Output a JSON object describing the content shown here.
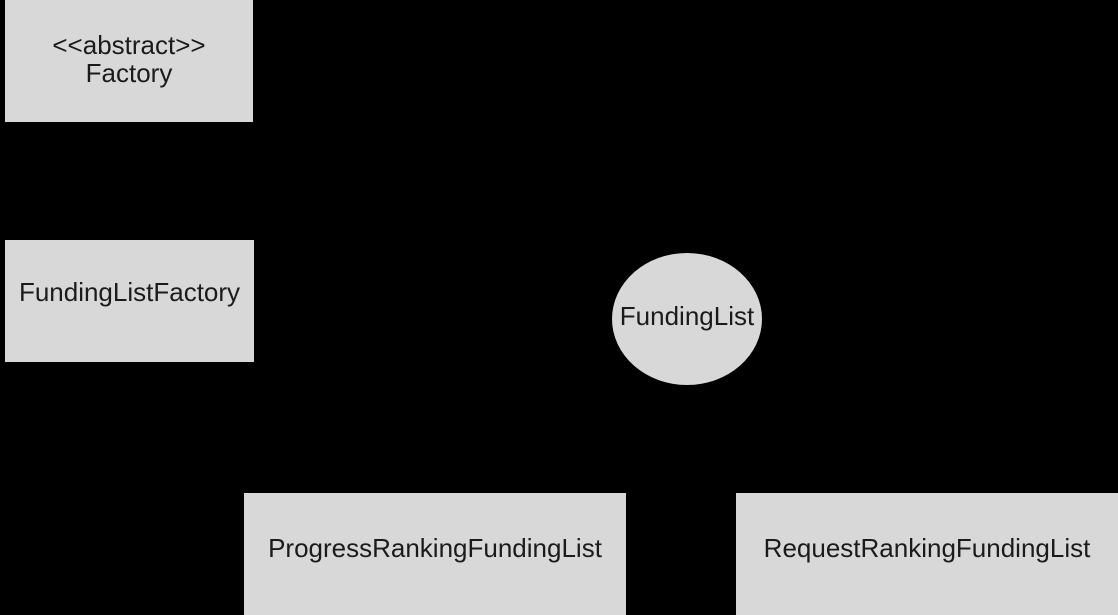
{
  "diagram": {
    "kind": "uml-factory-class-diagram",
    "background_color": "#000000",
    "node_fill_color": "#d8d8d8",
    "node_text_color": "#1b1b1b",
    "nodes": {
      "abstract_factory": {
        "shape": "rectangle",
        "stereotype": "<<abstract>>",
        "name": "Factory"
      },
      "funding_list_factory": {
        "shape": "rectangle",
        "name": "FundingListFactory"
      },
      "funding_list": {
        "shape": "ellipse",
        "name": "FundingList"
      },
      "progress_ranking_funding_list": {
        "shape": "rectangle",
        "name": "ProgressRankingFundingList"
      },
      "request_ranking_funding_list": {
        "shape": "rectangle",
        "name": "RequestRankingFundingList"
      }
    }
  }
}
